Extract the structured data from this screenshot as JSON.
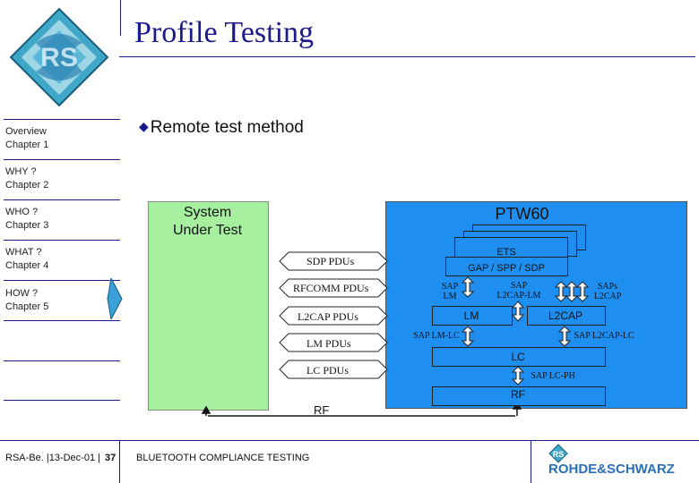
{
  "slide": {
    "title": "Profile Testing",
    "bullet": "Remote test method"
  },
  "nav": [
    {
      "line1": "Overview",
      "line2": "Chapter 1"
    },
    {
      "line1": "WHY ?",
      "line2": "Chapter 2"
    },
    {
      "line1": "WHO ?",
      "line2": "Chapter 3"
    },
    {
      "line1": "WHAT ?",
      "line2": "Chapter 4"
    },
    {
      "line1": "HOW ?",
      "line2": "Chapter 5"
    }
  ],
  "diagram": {
    "sut_line1": "System",
    "sut_line2": "Under Test",
    "ptw": "PTW60",
    "ets": "ETS",
    "gap": "GAP / SPP / SDP",
    "pdus": [
      "SDP PDUs",
      "RFCOMM PDUs",
      "L2CAP PDUs",
      "LM PDUs",
      "LC PDUs"
    ],
    "sap_lm_1": "SAP",
    "sap_lm_2": "LM",
    "sap_l2cap_lm_1": "SAP",
    "sap_l2cap_lm_2": "L2CAP-LM",
    "saps_l2cap_1": "SAPs",
    "saps_l2cap_2": "L2CAP",
    "lm": "LM",
    "l2cap": "L2CAP",
    "sap_lm_lc": "SAP LM-LC",
    "sap_l2cap_lc": "SAP L2CAP-LC",
    "lc": "LC",
    "sap_lc_ph": "SAP LC-PH",
    "rf_ptw": "RF",
    "rf_link": "RF"
  },
  "footer": {
    "id": "RSA-Be. |13-Dec-01 |",
    "page": "37",
    "center": "BLUETOOTH COMPLIANCE TESTING",
    "brand": "ROHDE&SCHWARZ"
  },
  "colors": {
    "title": "#1a1a8c",
    "sut": "#a6f0a0",
    "ptw": "#1e8ff0"
  }
}
